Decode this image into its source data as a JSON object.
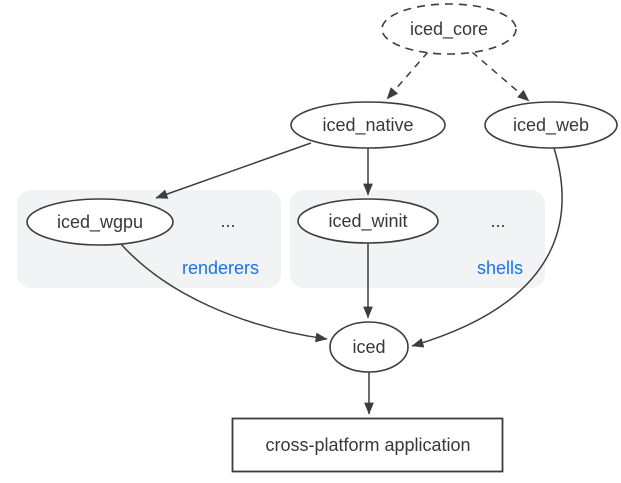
{
  "diagram": {
    "nodes": {
      "iced_core": {
        "label": "iced_core"
      },
      "iced_native": {
        "label": "iced_native"
      },
      "iced_web": {
        "label": "iced_web"
      },
      "iced_wgpu": {
        "label": "iced_wgpu"
      },
      "iced_winit": {
        "label": "iced_winit"
      },
      "iced": {
        "label": "iced"
      },
      "app": {
        "label": "cross-platform application"
      }
    },
    "groups": {
      "renderers": {
        "label": "renderers",
        "ellipsis": "..."
      },
      "shells": {
        "label": "shells",
        "ellipsis": "..."
      }
    },
    "edges": [
      {
        "from": "iced_core",
        "to": "iced_native",
        "style": "dashed"
      },
      {
        "from": "iced_core",
        "to": "iced_web",
        "style": "dashed"
      },
      {
        "from": "iced_native",
        "to": "iced_wgpu",
        "style": "solid"
      },
      {
        "from": "iced_native",
        "to": "iced_winit",
        "style": "solid"
      },
      {
        "from": "iced_wgpu",
        "to": "iced",
        "style": "solid"
      },
      {
        "from": "iced_winit",
        "to": "iced",
        "style": "solid"
      },
      {
        "from": "iced_web",
        "to": "iced",
        "style": "solid"
      },
      {
        "from": "iced",
        "to": "app",
        "style": "solid"
      }
    ],
    "colors": {
      "stroke": "#3d3d3d",
      "text": "#383838",
      "group_fill": "#f1f3f4",
      "group_label": "#1a73e8",
      "node_fill": "#ffffff",
      "background": "#ffffff"
    }
  }
}
